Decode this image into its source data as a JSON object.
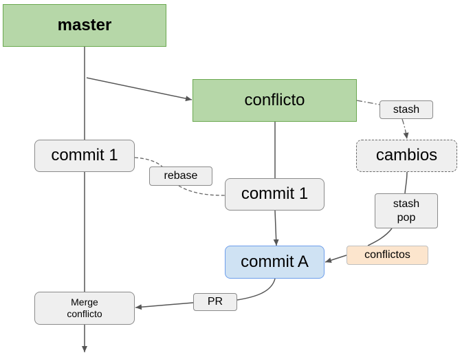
{
  "nodes": {
    "master": "master",
    "conflicto": "conflicto",
    "commit_1_master": "commit 1",
    "commit_1_branch": "commit 1",
    "commit_a": "commit A",
    "cambios": "cambios",
    "merge_line1": "Merge",
    "merge_line2": "conflicto"
  },
  "edge_labels": {
    "stash": "stash",
    "rebase": "rebase",
    "stash_pop_line1": "stash",
    "stash_pop_line2": "pop",
    "conflictos": "conflictos",
    "pr": "PR"
  },
  "colors": {
    "branch_fill": "#b6d7a8",
    "commit_a_fill": "#cfe2f3",
    "conflict_label_fill": "#fce5cd",
    "neutral_fill": "#efefef"
  }
}
